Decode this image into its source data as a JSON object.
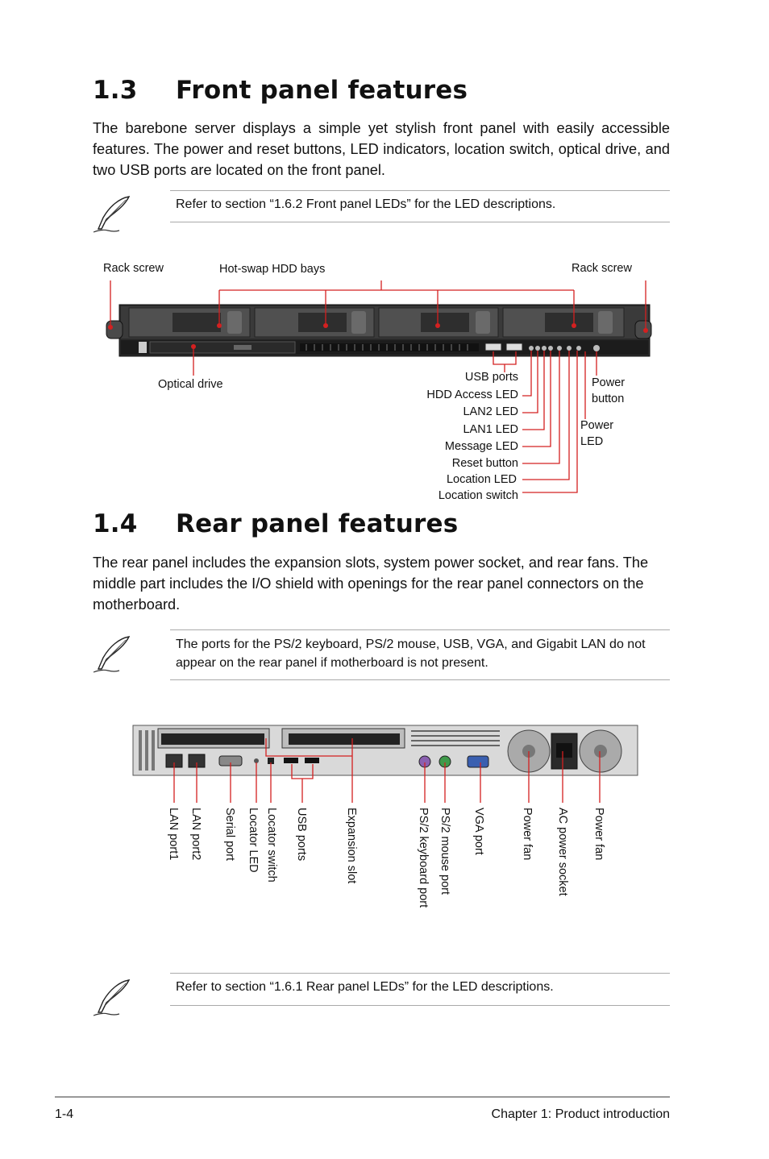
{
  "sections": [
    {
      "number": "1.3",
      "title": "Front panel features",
      "body": "The barebone server displays a simple yet stylish front panel with easily accessible features. The power and reset buttons, LED indicators, location switch, optical drive, and two USB ports are located on the front panel.",
      "note": "Refer to section “1.6.2  Front panel LEDs” for the LED descriptions."
    },
    {
      "number": "1.4",
      "title": "Rear panel features",
      "body": "The rear panel includes the expansion slots, system power socket, and rear fans. The middle part includes the I/O shield with openings for the rear panel connectors on the motherboard.",
      "note": "The ports for the PS/2 keyboard, PS/2 mouse, USB, VGA, and Gigabit LAN do not appear on the rear panel if motherboard is not present.",
      "note2": "Refer to section “1.6.1  Rear panel LEDs” for the LED descriptions."
    }
  ],
  "front_labels": {
    "rack_screw_left": "Rack screw",
    "hdd_bays": "Hot-swap HDD bays",
    "rack_screw_right": "Rack screw",
    "optical_drive": "Optical drive",
    "usb_ports": "USB ports",
    "hdd_access_led": "HDD Access LED",
    "lan2_led": "LAN2 LED",
    "lan1_led": "LAN1 LED",
    "message_led": "Message LED",
    "reset_button": "Reset button",
    "location_led": "Location LED",
    "location_switch": "Location switch",
    "power_button": "Power\nbutton",
    "power_led": "Power\nLED"
  },
  "rear_labels": {
    "lan_port1": "LAN port1",
    "lan_port2": "LAN port2",
    "serial_port": "Serial port",
    "locator_led": "Locator LED",
    "locator_switch": "Locator switch",
    "usb_ports": "USB ports",
    "expansion_slot": "Expansion slot",
    "ps2_keyboard": "PS/2 keyboard port",
    "ps2_mouse": "PS/2 mouse port",
    "vga_port": "VGA port",
    "power_fan_1": "Power fan",
    "ac_power_socket": "AC power socket",
    "power_fan_2": "Power fan"
  },
  "footer": {
    "page": "1-4",
    "chapter": "Chapter 1:  Product introduction"
  },
  "colors": {
    "callout": "#d42020"
  }
}
